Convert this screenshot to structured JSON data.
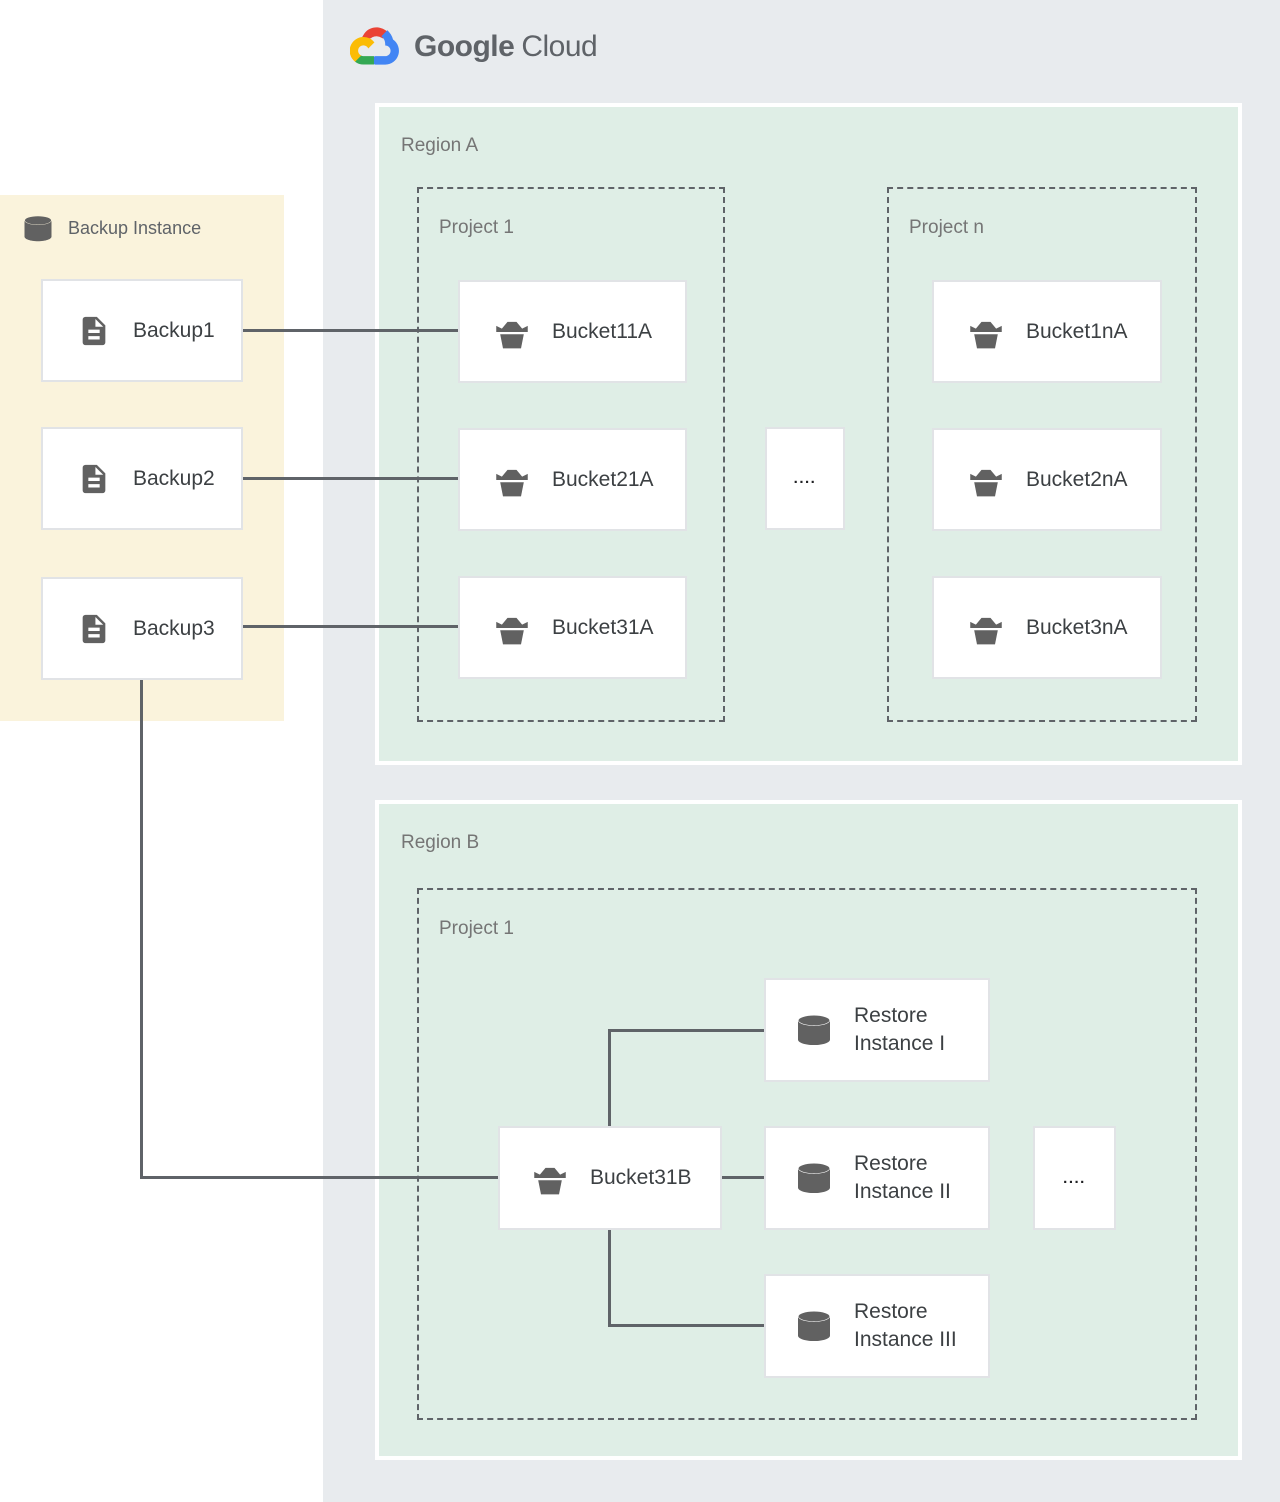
{
  "header": {
    "logo_primary": "Google",
    "logo_secondary": "Cloud"
  },
  "backup_panel": {
    "title": "Backup Instance",
    "items": [
      {
        "label": "Backup1"
      },
      {
        "label": "Backup2"
      },
      {
        "label": "Backup3"
      }
    ]
  },
  "region_a": {
    "label": "Region A",
    "ellipsis": "....",
    "project_1": {
      "label": "Project 1",
      "buckets": [
        {
          "label": "Bucket11A"
        },
        {
          "label": "Bucket21A"
        },
        {
          "label": "Bucket31A"
        }
      ]
    },
    "project_n": {
      "label": "Project n",
      "buckets": [
        {
          "label": "Bucket1nA"
        },
        {
          "label": "Bucket2nA"
        },
        {
          "label": "Bucket3nA"
        }
      ]
    }
  },
  "region_b": {
    "label": "Region B",
    "project_1": {
      "label": "Project 1",
      "ellipsis": "....",
      "bucket": {
        "label": "Bucket31B"
      },
      "restore_instances": [
        {
          "line1": "Restore",
          "line2": "Instance I"
        },
        {
          "line1": "Restore",
          "line2": "Instance II"
        },
        {
          "line1": "Restore",
          "line2": "Instance III"
        }
      ]
    }
  },
  "colors": {
    "canvas_fill": "#e8ebee",
    "region_fill": "#dfeee6",
    "backup_panel_fill": "#faf3dc",
    "connector": "#5f6368",
    "icon_gray": "#616161",
    "logo_red": "#EA4335",
    "logo_blue": "#4285F4",
    "logo_green": "#34A853",
    "logo_yellow": "#FBBC05"
  }
}
